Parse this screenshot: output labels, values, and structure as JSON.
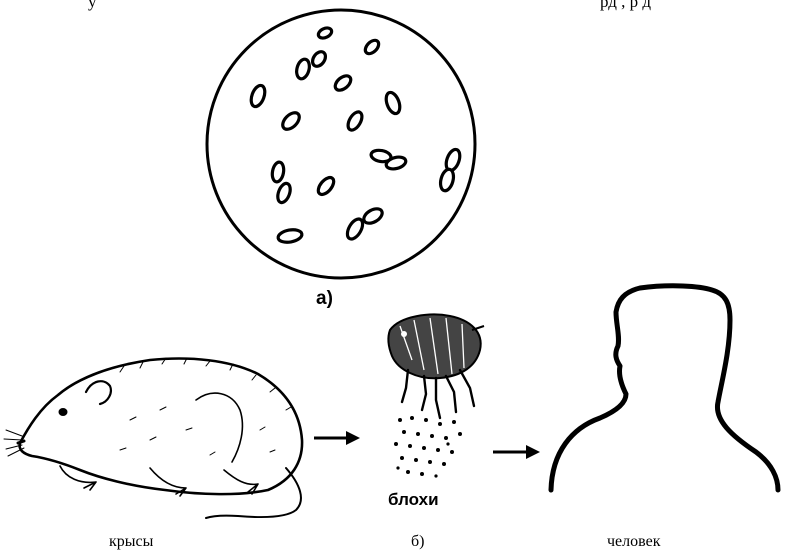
{
  "top_text_left": "у",
  "top_text_right": "рд     , р д",
  "label_a": "а)",
  "label_fleas": "блохи",
  "label_rats": "крысы",
  "label_b": "б)",
  "label_human": "человек"
}
